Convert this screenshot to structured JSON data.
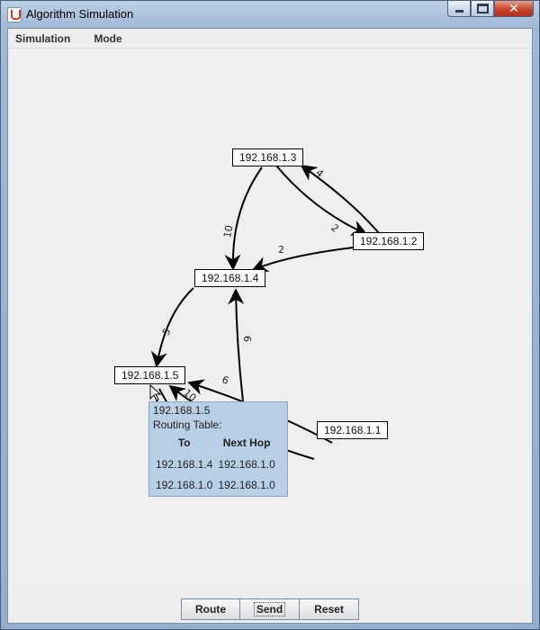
{
  "window": {
    "title": "Algorithm Simulation"
  },
  "menu": {
    "items": [
      "Simulation",
      "Mode"
    ]
  },
  "nodes": [
    {
      "id": "n13",
      "label": "192.168.1.3"
    },
    {
      "id": "n12",
      "label": "192.168.1.2"
    },
    {
      "id": "n14",
      "label": "192.168.1.4"
    },
    {
      "id": "n15",
      "label": "192.168.1.5"
    },
    {
      "id": "n11",
      "label": "192.168.1.1"
    }
  ],
  "edges": [
    {
      "from": "192.168.1.3",
      "to": "192.168.1.2",
      "weight": "2"
    },
    {
      "from": "192.168.1.2",
      "to": "192.168.1.3",
      "weight": "4"
    },
    {
      "from": "192.168.1.3",
      "to": "192.168.1.4",
      "weight": "10"
    },
    {
      "from": "192.168.1.2",
      "to": "192.168.1.4",
      "weight": "2"
    },
    {
      "from": "192.168.1.4",
      "to": "192.168.1.5",
      "weight": "5"
    },
    {
      "from": "192.168.1.1",
      "to": "192.168.1.4",
      "weight": "6"
    },
    {
      "from": "192.168.1.1",
      "to": "192.168.1.5",
      "weight": "6"
    },
    {
      "from": "192.168.1.1",
      "to": "192.168.1.5",
      "weight": "10"
    }
  ],
  "tooltip": {
    "node": "192.168.1.5",
    "heading": "Routing Table:",
    "columns": [
      "To",
      "Next Hop"
    ],
    "rows": [
      [
        "192.168.1.4",
        "192.168.1.0"
      ],
      [
        "192.168.1.0",
        "192.168.1.0"
      ]
    ]
  },
  "buttons": {
    "route": "Route",
    "send": "Send",
    "reset": "Reset"
  }
}
